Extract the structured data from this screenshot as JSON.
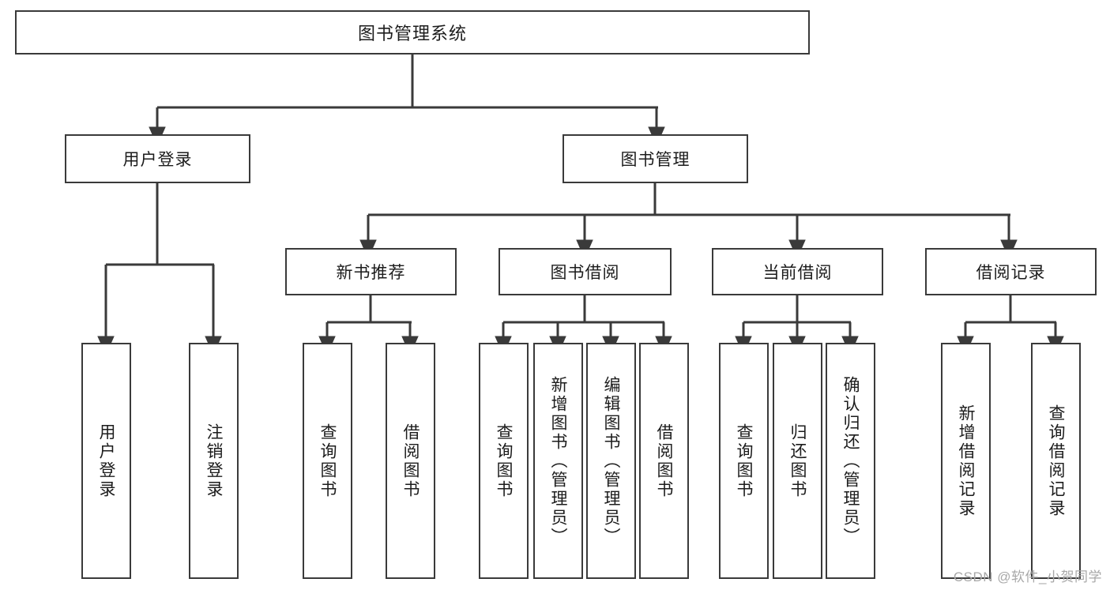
{
  "diagram": {
    "type": "tree-hierarchy",
    "title": "图书管理系统",
    "watermark": "CSDN @软件_小贺同学",
    "colors": {
      "box_border": "#3a3a3a",
      "box_fill": "#ffffff",
      "connector": "#3a3a3a",
      "text": "#1c1c1c",
      "watermark": "#a8a8a8"
    },
    "nodes": {
      "root": {
        "label": "图书管理系统",
        "level": 1,
        "orientation": "horizontal"
      },
      "l2": [
        {
          "id": "user-login",
          "label": "用户登录",
          "level": 2,
          "orientation": "horizontal"
        },
        {
          "id": "book-management",
          "label": "图书管理",
          "level": 2,
          "orientation": "horizontal"
        }
      ],
      "l3": [
        {
          "id": "new-book-recommend",
          "label": "新书推荐",
          "level": 3,
          "orientation": "horizontal"
        },
        {
          "id": "book-borrow",
          "label": "图书借阅",
          "level": 3,
          "orientation": "horizontal"
        },
        {
          "id": "current-borrow",
          "label": "当前借阅",
          "level": 3,
          "orientation": "horizontal"
        },
        {
          "id": "borrow-record",
          "label": "借阅记录",
          "level": 3,
          "orientation": "horizontal"
        }
      ],
      "leaves": [
        {
          "id": "leaf-user-login",
          "label": "用户登录",
          "parent": "user-login",
          "orientation": "vertical"
        },
        {
          "id": "leaf-user-logout",
          "label": "注销登录",
          "parent": "user-login",
          "orientation": "vertical"
        },
        {
          "id": "leaf-query-book-1",
          "label": "查询图书",
          "parent": "new-book-recommend",
          "orientation": "vertical"
        },
        {
          "id": "leaf-borrow-book-1",
          "label": "借阅图书",
          "parent": "new-book-recommend",
          "orientation": "vertical"
        },
        {
          "id": "leaf-query-book-2",
          "label": "查询图书",
          "parent": "book-borrow",
          "orientation": "vertical"
        },
        {
          "id": "leaf-add-book",
          "label": "新增图书（管理员）",
          "parent": "book-borrow",
          "orientation": "vertical"
        },
        {
          "id": "leaf-edit-book",
          "label": "编辑图书（管理员）",
          "parent": "book-borrow",
          "orientation": "vertical"
        },
        {
          "id": "leaf-borrow-book-2",
          "label": "借阅图书",
          "parent": "book-borrow",
          "orientation": "vertical"
        },
        {
          "id": "leaf-query-book-3",
          "label": "查询图书",
          "parent": "current-borrow",
          "orientation": "vertical"
        },
        {
          "id": "leaf-return-book",
          "label": "归还图书",
          "parent": "current-borrow",
          "orientation": "vertical"
        },
        {
          "id": "leaf-confirm-return",
          "label": "确认归还（管理员）",
          "parent": "current-borrow",
          "orientation": "vertical"
        },
        {
          "id": "leaf-add-record",
          "label": "新增借阅记录",
          "parent": "borrow-record",
          "orientation": "vertical"
        },
        {
          "id": "leaf-query-record",
          "label": "查询借阅记录",
          "parent": "borrow-record",
          "orientation": "vertical"
        }
      ]
    }
  }
}
